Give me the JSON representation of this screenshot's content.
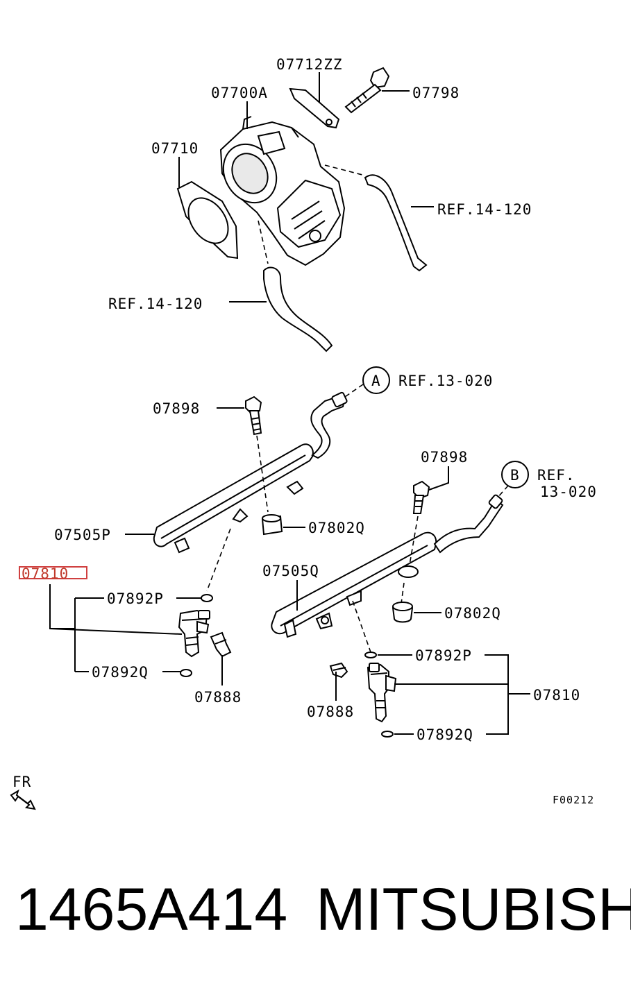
{
  "labels": {
    "bolt_bracket": "07712ZZ",
    "throttle_body": "07700A",
    "bolt_top": "07798",
    "gasket": "07710",
    "ref_hose_right": "REF.14-120",
    "ref_hose_left": "REF.14-120",
    "ref_a": "REF.13-020",
    "ref_b_line1": "REF.",
    "ref_b_line2": "13-020",
    "circle_a": "A",
    "circle_b": "B",
    "bolt_rail_left": "07898",
    "bolt_rail_right": "07898",
    "rail_left": "07505P",
    "rail_right": "07505Q",
    "insulator_left": "07802Q",
    "insulator_right": "07802Q",
    "injector_left": "07810",
    "oring_top_left": "07892P",
    "oring_bot_left": "07892Q",
    "clip_left": "07888",
    "oring_top_right": "07892P",
    "injector_right": "07810",
    "clip_right": "07888",
    "oring_bot_right": "07892Q",
    "front_indicator": "FR",
    "figure_code": "F00212"
  },
  "footer": {
    "part_number": "1465A414",
    "brand": "MITSUBISHI"
  },
  "colors": {
    "highlight": "#d04040",
    "line": "#000000"
  }
}
